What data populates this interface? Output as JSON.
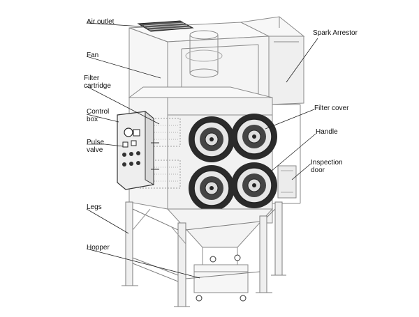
{
  "labels": {
    "air_outlet": "Air outlet",
    "fan": "Fan",
    "filter_cartridge_line1": "Filter",
    "filter_cartridge_line2": "cartridge",
    "control_box_line1": "Control",
    "control_box_line2": "box",
    "pulse_valve_line1": "Pulse",
    "pulse_valve_line2": "valve",
    "legs": "Legs",
    "hopper": "Hopper",
    "spark_arrestor": "Spark Arrestor",
    "filter_cover": "Filter cover",
    "handle": "Handle",
    "inspection_door_line1": "Inspection",
    "inspection_door_line2": "door"
  },
  "colors": {
    "line": "#8a8a8a",
    "line_dark": "#3a3a3a",
    "panel_fill": "#f2f2f2",
    "cover_dark": "#2b2b2b"
  }
}
